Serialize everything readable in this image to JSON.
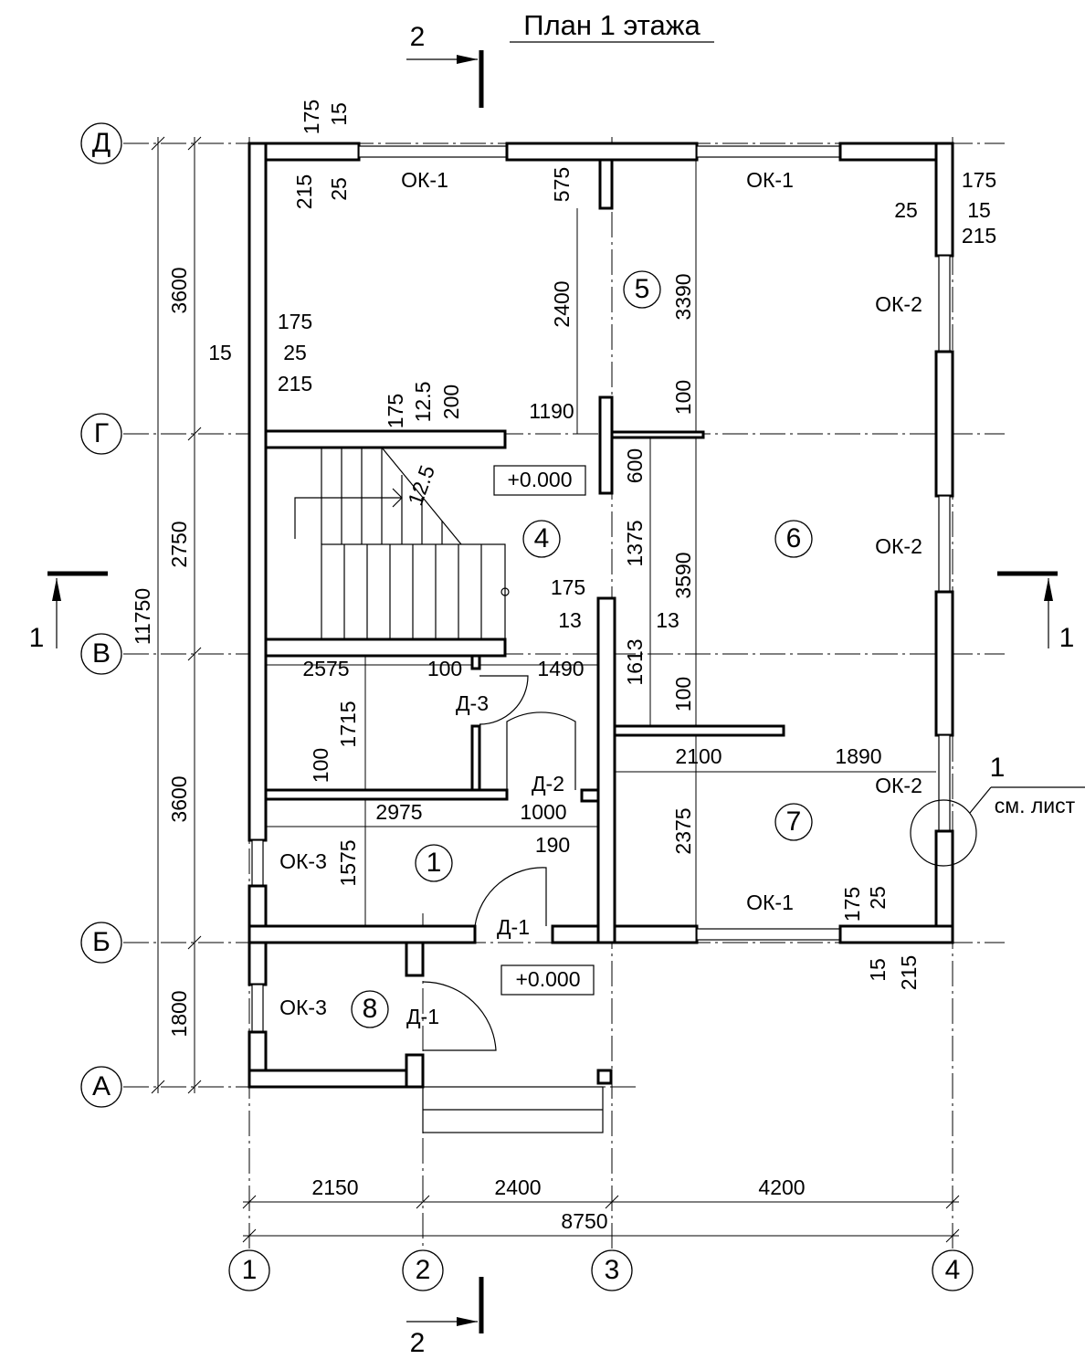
{
  "title": "План 1 этажа",
  "section_marks": {
    "top": "2",
    "bottom": "2",
    "left": "1",
    "right": "1"
  },
  "axes": {
    "letters": [
      "Д",
      "Г",
      "В",
      "Б",
      "А"
    ],
    "numbers": [
      "1",
      "2",
      "3",
      "4"
    ]
  },
  "rooms": [
    "1",
    "4",
    "5",
    "6",
    "7",
    "8"
  ],
  "windows": [
    "ОК-1",
    "ОК-1",
    "ОК-2",
    "ОК-2",
    "ОК-2",
    "ОК-3",
    "ОК-3",
    "ОК-1"
  ],
  "doors": [
    "Д-3",
    "Д-2",
    "Д-1",
    "Д-1"
  ],
  "levels": [
    "+0.000",
    "+0.000"
  ],
  "callout": {
    "number": "1",
    "note": "см. лист"
  },
  "dims": {
    "top_left": [
      "175",
      "15",
      "215",
      "25"
    ],
    "center_top": [
      "575",
      "2400",
      "3390"
    ],
    "top_right": [
      "175",
      "25",
      "15",
      "215"
    ],
    "left_wall": [
      "175",
      "15",
      "25",
      "215"
    ],
    "g_line": [
      "175",
      "12.5",
      "200",
      "1190",
      "100"
    ],
    "stair": [
      "12.5",
      "600",
      "1375",
      "3590"
    ],
    "v_line": [
      "175",
      "13",
      "13",
      "1613",
      "100"
    ],
    "row_v": [
      "2575",
      "100",
      "1490"
    ],
    "row_mid": [
      "1715",
      "100",
      "2100",
      "1890"
    ],
    "row_low": [
      "2975",
      "1000",
      "190",
      "1575",
      "2375"
    ],
    "bottom_right": [
      "175",
      "25",
      "15",
      "215"
    ],
    "left_chain": [
      "3600",
      "2750",
      "11750",
      "3600",
      "1800"
    ],
    "bottom_chain": [
      "2150",
      "2400",
      "4200",
      "8750"
    ]
  }
}
